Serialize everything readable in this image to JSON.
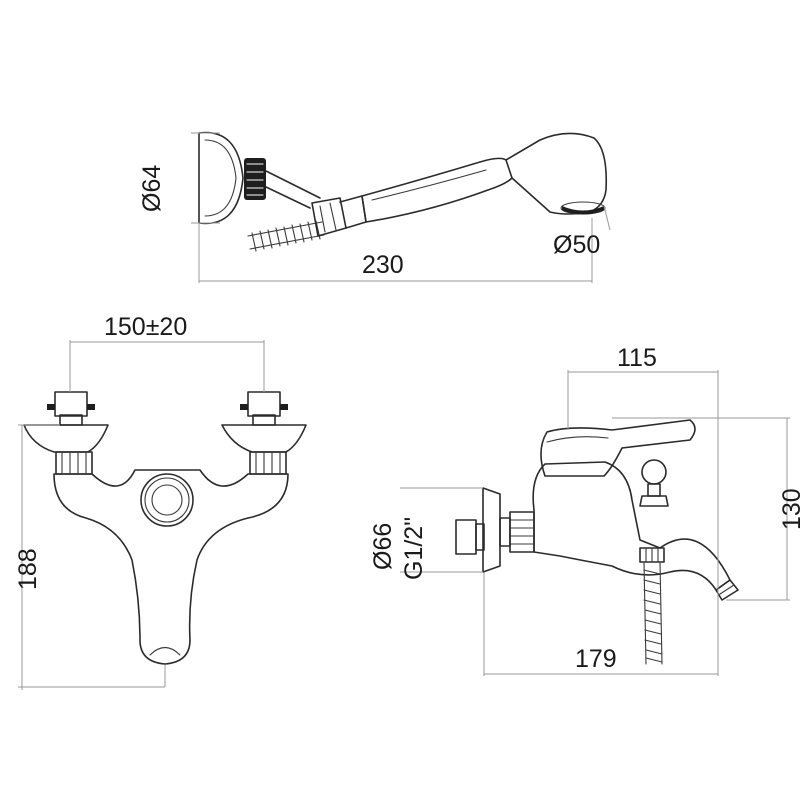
{
  "dimensions": {
    "handshower_diameter": "Ø64",
    "head_diameter": "Ø50",
    "handshower_length": "230",
    "center_distance": "150±20",
    "front_height": "188",
    "side_width": "115",
    "side_height": "130",
    "flange_diameter": "Ø66",
    "thread_size": "G1/2\"",
    "side_depth": "179"
  }
}
